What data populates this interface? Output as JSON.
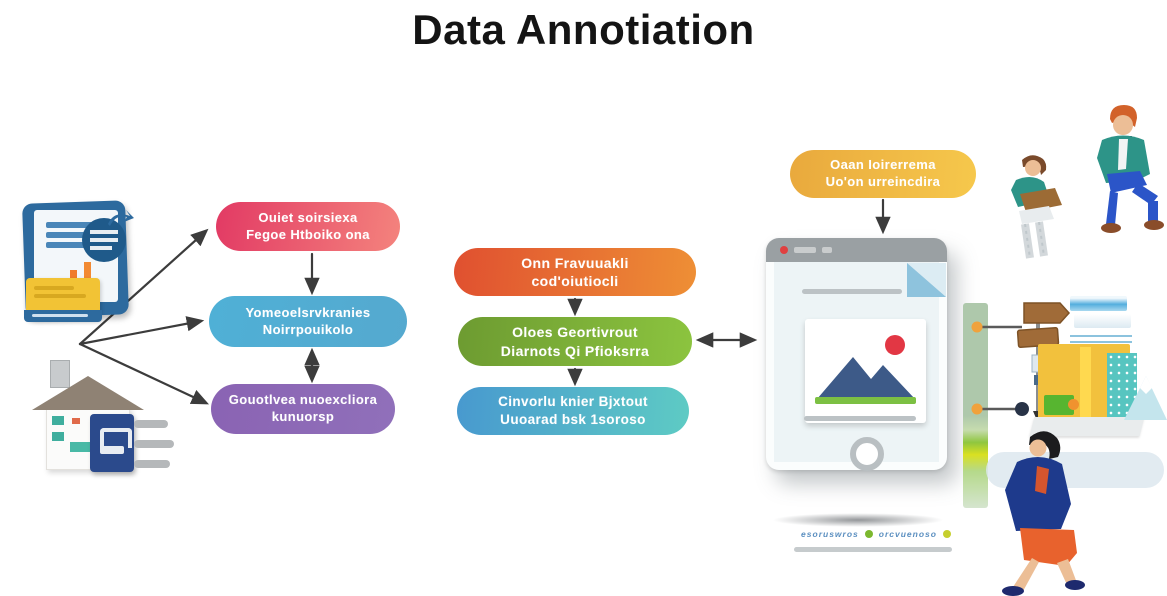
{
  "title": "Data Annotiation",
  "left_pills": [
    {
      "line1": "Ouiet soirsiexa",
      "line2": "Fegoe Htboiko ona",
      "color_start": "#e23a64",
      "color_end": "#f4837d"
    },
    {
      "line1": "Yomeoelsrvkranies",
      "line2": "Noirrpouikolo",
      "color_start": "#4fb0d6",
      "color_end": "#55a9cf"
    },
    {
      "line1": "Gouotlvea nuoexcliora",
      "line2": "kunuorsp",
      "color_start": "#8a63b3",
      "color_end": "#9070ba"
    }
  ],
  "middle_pills": [
    {
      "line1": "Onn Fravuuakli",
      "line2": "cod'oiutiocli",
      "color_start": "#e05030",
      "color_end": "#ee8f35"
    },
    {
      "line1": "Oloes Geortivrout",
      "line2": "Diarnots Qi Pfioksrra",
      "color_start": "#6d9b31",
      "color_end": "#8cc43f"
    },
    {
      "line1": "Cinvorlu knier Bjxtout",
      "line2": "Uuoarad bsk 1soroso",
      "color_start": "#4899cf",
      "color_end": "#5ecbc4"
    }
  ],
  "top_right_pill": {
    "line1": "Oaan Ioirerrema",
    "line2": "Uo'on urreincdira",
    "color_start": "#e9a93d",
    "color_end": "#f6c84c"
  },
  "tablet_footer": {
    "label_a": "esoruswros",
    "label_b": "orcvuenoso",
    "dot_a_color": "#7cb82f",
    "dot_b_color": "#c6cf2e"
  },
  "icons": [
    "document-chart-icon",
    "house-data-icon",
    "tablet-image-placeholder-icon",
    "signpost-icon",
    "mountain-icon",
    "home-button-icon",
    "woman-with-laptop-illustration",
    "sitting-man-illustration",
    "walking-woman-illustration"
  ],
  "colors": {
    "arrow": "#3c3c3c",
    "tablet_bar": "#9aa0a3",
    "image_mountain": "#3d5a88",
    "image_ground": "#7cc043",
    "image_sun": "#e23744",
    "fold_corner": "#8ec3dd",
    "sage_bar": "#aec8ab",
    "yellow_block": "#f2c13d",
    "teal_block": "#57c5c0"
  }
}
